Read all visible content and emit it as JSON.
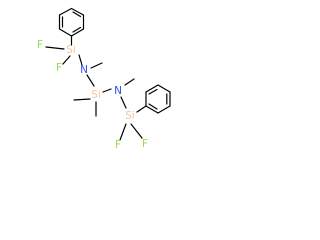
{
  "molecule": {
    "colors": {
      "bond": "#000000",
      "F": "#90e050",
      "Si": "#f0c8a0",
      "N": "#3050f8"
    },
    "atoms": [
      {
        "id": "f1",
        "symbol": "F"
      },
      {
        "id": "si1",
        "symbol": "Si"
      },
      {
        "id": "f2",
        "symbol": "F"
      },
      {
        "id": "n1",
        "symbol": "N"
      },
      {
        "id": "si2",
        "symbol": "Si"
      },
      {
        "id": "n2",
        "symbol": "N"
      },
      {
        "id": "si3",
        "symbol": "Si"
      },
      {
        "id": "f3",
        "symbol": "F"
      },
      {
        "id": "f4",
        "symbol": "F"
      }
    ]
  }
}
